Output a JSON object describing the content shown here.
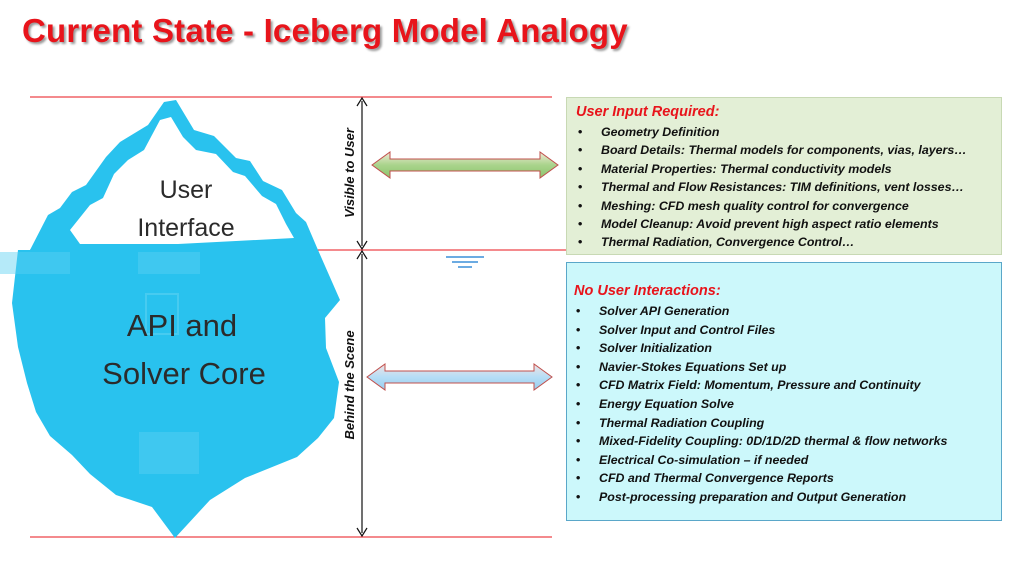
{
  "page_title": "Current State - Iceberg Model Analogy",
  "iceberg": {
    "tip_line1": "User",
    "tip_line2": "Interface",
    "base_line1": "API and",
    "base_line2": "Solver Core"
  },
  "levels": {
    "visible_label": "Visible to User",
    "hidden_label": "Behind the Scene"
  },
  "user_input_box": {
    "heading": "User Input Required:",
    "items": [
      "Geometry Definition",
      "Board Details: Thermal models for components, vias, layers…",
      "Material Properties: Thermal conductivity models",
      "Thermal and Flow Resistances: TIM definitions, vent losses…",
      "Meshing: CFD mesh quality control for convergence",
      "Model Cleanup: Avoid prevent high aspect ratio elements",
      "Thermal Radiation, Convergence Control…"
    ]
  },
  "no_interaction_box": {
    "heading": "No User Interactions:",
    "items": [
      "Solver API Generation",
      "Solver Input and Control Files",
      "Solver Initialization",
      "Navier-Stokes Equations Set up",
      "CFD Matrix Field: Momentum, Pressure and Continuity",
      "Energy Equation Solve",
      "Thermal Radiation Coupling",
      "Mixed-Fidelity Coupling: 0D/1D/2D thermal & flow networks",
      "Electrical Co-simulation – if needed",
      "CFD and Thermal Convergence Reports",
      "Post-processing preparation and Output Generation"
    ]
  },
  "colors": {
    "title": "#e8141b",
    "iceberg_blue": "#29c2ee",
    "visible_arrow": "#9fcf7f",
    "hidden_arrow": "#a9dbf5",
    "guide_line": "#e8141b"
  }
}
